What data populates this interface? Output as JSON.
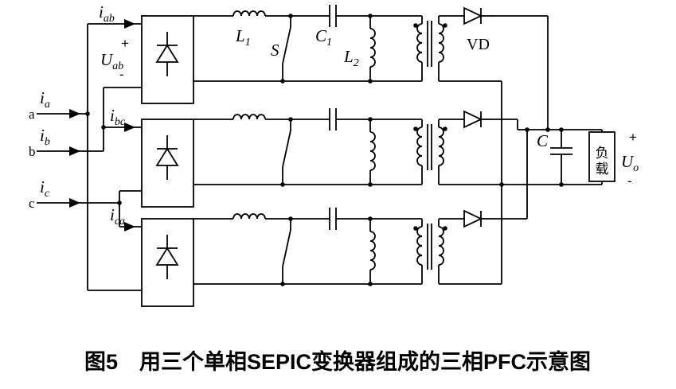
{
  "figure": {
    "caption": "图5　用三个单相SEPIC变换器组成的三相PFC示意图"
  },
  "inputs": {
    "phase_a": {
      "terminal": "a",
      "current_base": "i",
      "current_sub": "a"
    },
    "phase_b": {
      "terminal": "b",
      "current_base": "i",
      "current_sub": "b"
    },
    "phase_c": {
      "terminal": "c",
      "current_base": "i",
      "current_sub": "c"
    }
  },
  "converters": {
    "row1": {
      "current_base": "i",
      "current_sub": "ab",
      "voltage_plus": "+",
      "voltage_base": "U",
      "voltage_sub": "ab",
      "voltage_minus": "-"
    },
    "row2": {
      "current_base": "i",
      "current_sub": "bc"
    },
    "row3": {
      "current_base": "i",
      "current_sub": "ca"
    }
  },
  "components": {
    "inductor1_base": "L",
    "inductor1_sub": "1",
    "switch": "S",
    "capacitor1_base": "C",
    "capacitor1_sub": "1",
    "inductor2_base": "L",
    "inductor2_sub": "2",
    "output_diode": "VD",
    "output_capacitor": "C",
    "load_line1": "负",
    "load_line2": "载",
    "output_plus": "+",
    "output_voltage_base": "U",
    "output_voltage_sub": "o",
    "output_minus": "-"
  }
}
